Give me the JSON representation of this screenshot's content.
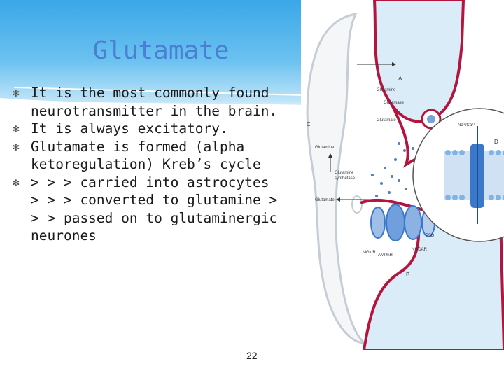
{
  "slide": {
    "title": "Glutamate",
    "bullets": [
      "It is the most commonly found neurotransmitter in the brain.",
      " It is always excitatory.",
      "Glutamate is formed (alpha ketoregulation) Kreb’s cycle",
      " > > > carried into astrocytes > > > converted to glutamine > > > passed on to glutaminergic neurones"
    ],
    "page_number": "22",
    "bullet_icon": "asterisk-bullet-icon"
  },
  "figure": {
    "labels": {
      "a": "A",
      "b": "B",
      "c": "C",
      "d": "D",
      "glutamine_in_terminal": "Glutamine",
      "glutamase": "Glutamase",
      "glutamate_in_terminal": "Glutamate",
      "glutamine_astro": "Glutamine",
      "glutamine_synthetase_1": "Glutamine",
      "glutamine_synthetase_2": "synthetase",
      "glutamate_astro": "Glutamate",
      "mglur": "MGluR",
      "ampar": "AMPAR",
      "nmdar": "NMDAR",
      "psd": "PSD",
      "na_ca": "Na⁺/Ca²⁺"
    },
    "colors": {
      "membrane": "#b3153f",
      "cytoplasm": "#d9ecf8",
      "vesicle": "#4d7fc4",
      "astrocyte_edge": "#c5cdd6",
      "channel": "#3b78c9"
    }
  }
}
